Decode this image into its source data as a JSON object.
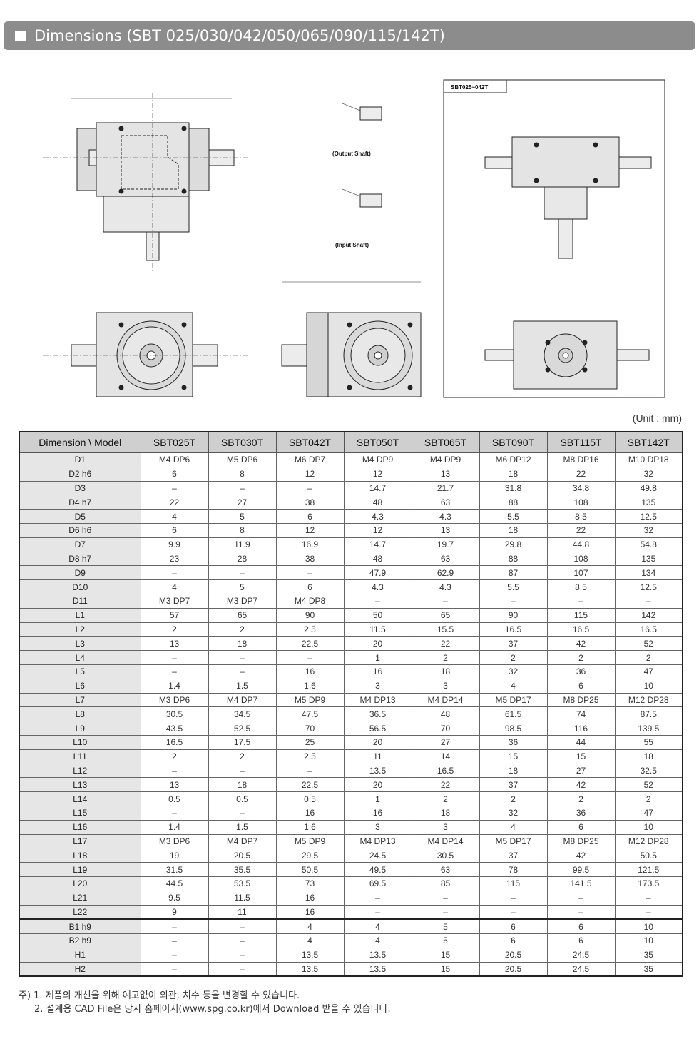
{
  "header": {
    "title": "Dimensions (SBT 025/030/042/050/065/090/115/142T)"
  },
  "drawing": {
    "output_shaft_caption": "(Output Shaft)",
    "input_shaft_caption": "(Input Shaft)",
    "inset_title": "SBT025~042T"
  },
  "unit_label": "(Unit : mm)",
  "table": {
    "corner_header": "Dimension \\ Model",
    "models": [
      "SBT025T",
      "SBT030T",
      "SBT042T",
      "SBT050T",
      "SBT065T",
      "SBT090T",
      "SBT115T",
      "SBT142T"
    ],
    "rows": [
      {
        "dim": "D1",
        "values": [
          "M4 DP6",
          "M5 DP6",
          "M6 DP7",
          "M4 DP9",
          "M4 DP9",
          "M6 DP12",
          "M8 DP16",
          "M10 DP18"
        ]
      },
      {
        "dim": "D2 h6",
        "values": [
          "6",
          "8",
          "12",
          "12",
          "13",
          "18",
          "22",
          "32"
        ]
      },
      {
        "dim": "D3",
        "values": [
          "–",
          "–",
          "–",
          "14.7",
          "21.7",
          "31.8",
          "34.8",
          "49.8"
        ]
      },
      {
        "dim": "D4 h7",
        "values": [
          "22",
          "27",
          "38",
          "48",
          "63",
          "88",
          "108",
          "135"
        ]
      },
      {
        "dim": "D5",
        "values": [
          "4",
          "5",
          "6",
          "4.3",
          "4.3",
          "5.5",
          "8.5",
          "12.5"
        ]
      },
      {
        "dim": "D6 h6",
        "values": [
          "6",
          "8",
          "12",
          "12",
          "13",
          "18",
          "22",
          "32"
        ]
      },
      {
        "dim": "D7",
        "values": [
          "9.9",
          "11.9",
          "16.9",
          "14.7",
          "19.7",
          "29.8",
          "44.8",
          "54.8"
        ]
      },
      {
        "dim": "D8 h7",
        "values": [
          "23",
          "28",
          "38",
          "48",
          "63",
          "88",
          "108",
          "135"
        ]
      },
      {
        "dim": "D9",
        "values": [
          "–",
          "–",
          "–",
          "47.9",
          "62.9",
          "87",
          "107",
          "134"
        ]
      },
      {
        "dim": "D10",
        "values": [
          "4",
          "5",
          "6",
          "4.3",
          "4.3",
          "5.5",
          "8.5",
          "12.5"
        ]
      },
      {
        "dim": "D11",
        "values": [
          "M3 DP7",
          "M3 DP7",
          "M4 DP8",
          "–",
          "–",
          "–",
          "–",
          "–"
        ]
      },
      {
        "dim": "L1",
        "values": [
          "57",
          "65",
          "90",
          "50",
          "65",
          "90",
          "115",
          "142"
        ]
      },
      {
        "dim": "L2",
        "values": [
          "2",
          "2",
          "2.5",
          "11.5",
          "15.5",
          "16.5",
          "16.5",
          "16.5"
        ]
      },
      {
        "dim": "L3",
        "values": [
          "13",
          "18",
          "22.5",
          "20",
          "22",
          "37",
          "42",
          "52"
        ]
      },
      {
        "dim": "L4",
        "values": [
          "–",
          "–",
          "–",
          "1",
          "2",
          "2",
          "2",
          "2"
        ]
      },
      {
        "dim": "L5",
        "values": [
          "–",
          "–",
          "16",
          "16",
          "18",
          "32",
          "36",
          "47"
        ]
      },
      {
        "dim": "L6",
        "values": [
          "1.4",
          "1.5",
          "1.6",
          "3",
          "3",
          "4",
          "6",
          "10"
        ]
      },
      {
        "dim": "L7",
        "values": [
          "M3 DP6",
          "M4 DP7",
          "M5 DP9",
          "M4 DP13",
          "M4 DP14",
          "M5 DP17",
          "M8 DP25",
          "M12 DP28"
        ]
      },
      {
        "dim": "L8",
        "values": [
          "30.5",
          "34.5",
          "47.5",
          "36.5",
          "48",
          "61.5",
          "74",
          "87.5"
        ]
      },
      {
        "dim": "L9",
        "values": [
          "43.5",
          "52.5",
          "70",
          "56.5",
          "70",
          "98.5",
          "116",
          "139.5"
        ]
      },
      {
        "dim": "L10",
        "values": [
          "16.5",
          "17.5",
          "25",
          "20",
          "27",
          "36",
          "44",
          "55"
        ]
      },
      {
        "dim": "L11",
        "values": [
          "2",
          "2",
          "2.5",
          "11",
          "14",
          "15",
          "15",
          "18"
        ]
      },
      {
        "dim": "L12",
        "values": [
          "–",
          "–",
          "–",
          "13.5",
          "16.5",
          "18",
          "27",
          "32.5"
        ]
      },
      {
        "dim": "L13",
        "values": [
          "13",
          "18",
          "22.5",
          "20",
          "22",
          "37",
          "42",
          "52"
        ]
      },
      {
        "dim": "L14",
        "values": [
          "0.5",
          "0.5",
          "0.5",
          "1",
          "2",
          "2",
          "2",
          "2"
        ]
      },
      {
        "dim": "L15",
        "values": [
          "–",
          "–",
          "16",
          "16",
          "18",
          "32",
          "36",
          "47"
        ]
      },
      {
        "dim": "L16",
        "values": [
          "1.4",
          "1.5",
          "1.6",
          "3",
          "3",
          "4",
          "6",
          "10"
        ]
      },
      {
        "dim": "L17",
        "values": [
          "M3 DP6",
          "M4 DP7",
          "M5 DP9",
          "M4 DP13",
          "M4 DP14",
          "M5 DP17",
          "M8 DP25",
          "M12 DP28"
        ]
      },
      {
        "dim": "L18",
        "values": [
          "19",
          "20.5",
          "29.5",
          "24.5",
          "30.5",
          "37",
          "42",
          "50.5"
        ]
      },
      {
        "dim": "L19",
        "values": [
          "31.5",
          "35.5",
          "50.5",
          "49.5",
          "63",
          "78",
          "99.5",
          "121.5"
        ]
      },
      {
        "dim": "L20",
        "values": [
          "44.5",
          "53.5",
          "73",
          "69.5",
          "85",
          "115",
          "141.5",
          "173.5"
        ]
      },
      {
        "dim": "L21",
        "values": [
          "9.5",
          "11.5",
          "16",
          "–",
          "–",
          "–",
          "–",
          "–"
        ]
      },
      {
        "dim": "L22",
        "values": [
          "9",
          "11",
          "16",
          "–",
          "–",
          "–",
          "–",
          "–"
        ]
      },
      {
        "dim": "B1 h9",
        "values": [
          "–",
          "–",
          "4",
          "4",
          "5",
          "6",
          "6",
          "10"
        ]
      },
      {
        "dim": "B2 h9",
        "values": [
          "–",
          "–",
          "4",
          "4",
          "5",
          "6",
          "6",
          "10"
        ]
      },
      {
        "dim": "H1",
        "values": [
          "–",
          "–",
          "13.5",
          "13.5",
          "15",
          "20.5",
          "24.5",
          "35"
        ]
      },
      {
        "dim": "H2",
        "values": [
          "–",
          "–",
          "13.5",
          "13.5",
          "15",
          "20.5",
          "24.5",
          "35"
        ]
      }
    ]
  },
  "notes": {
    "line1": "주) 1. 제품의 개선을 위해 예고없이 외관, 치수 등을 변경할 수 있습니다.",
    "line2": "2. 설계용 CAD File은 당사 홈페이지(www.spg.co.kr)에서 Download 받을 수 있습니다."
  }
}
